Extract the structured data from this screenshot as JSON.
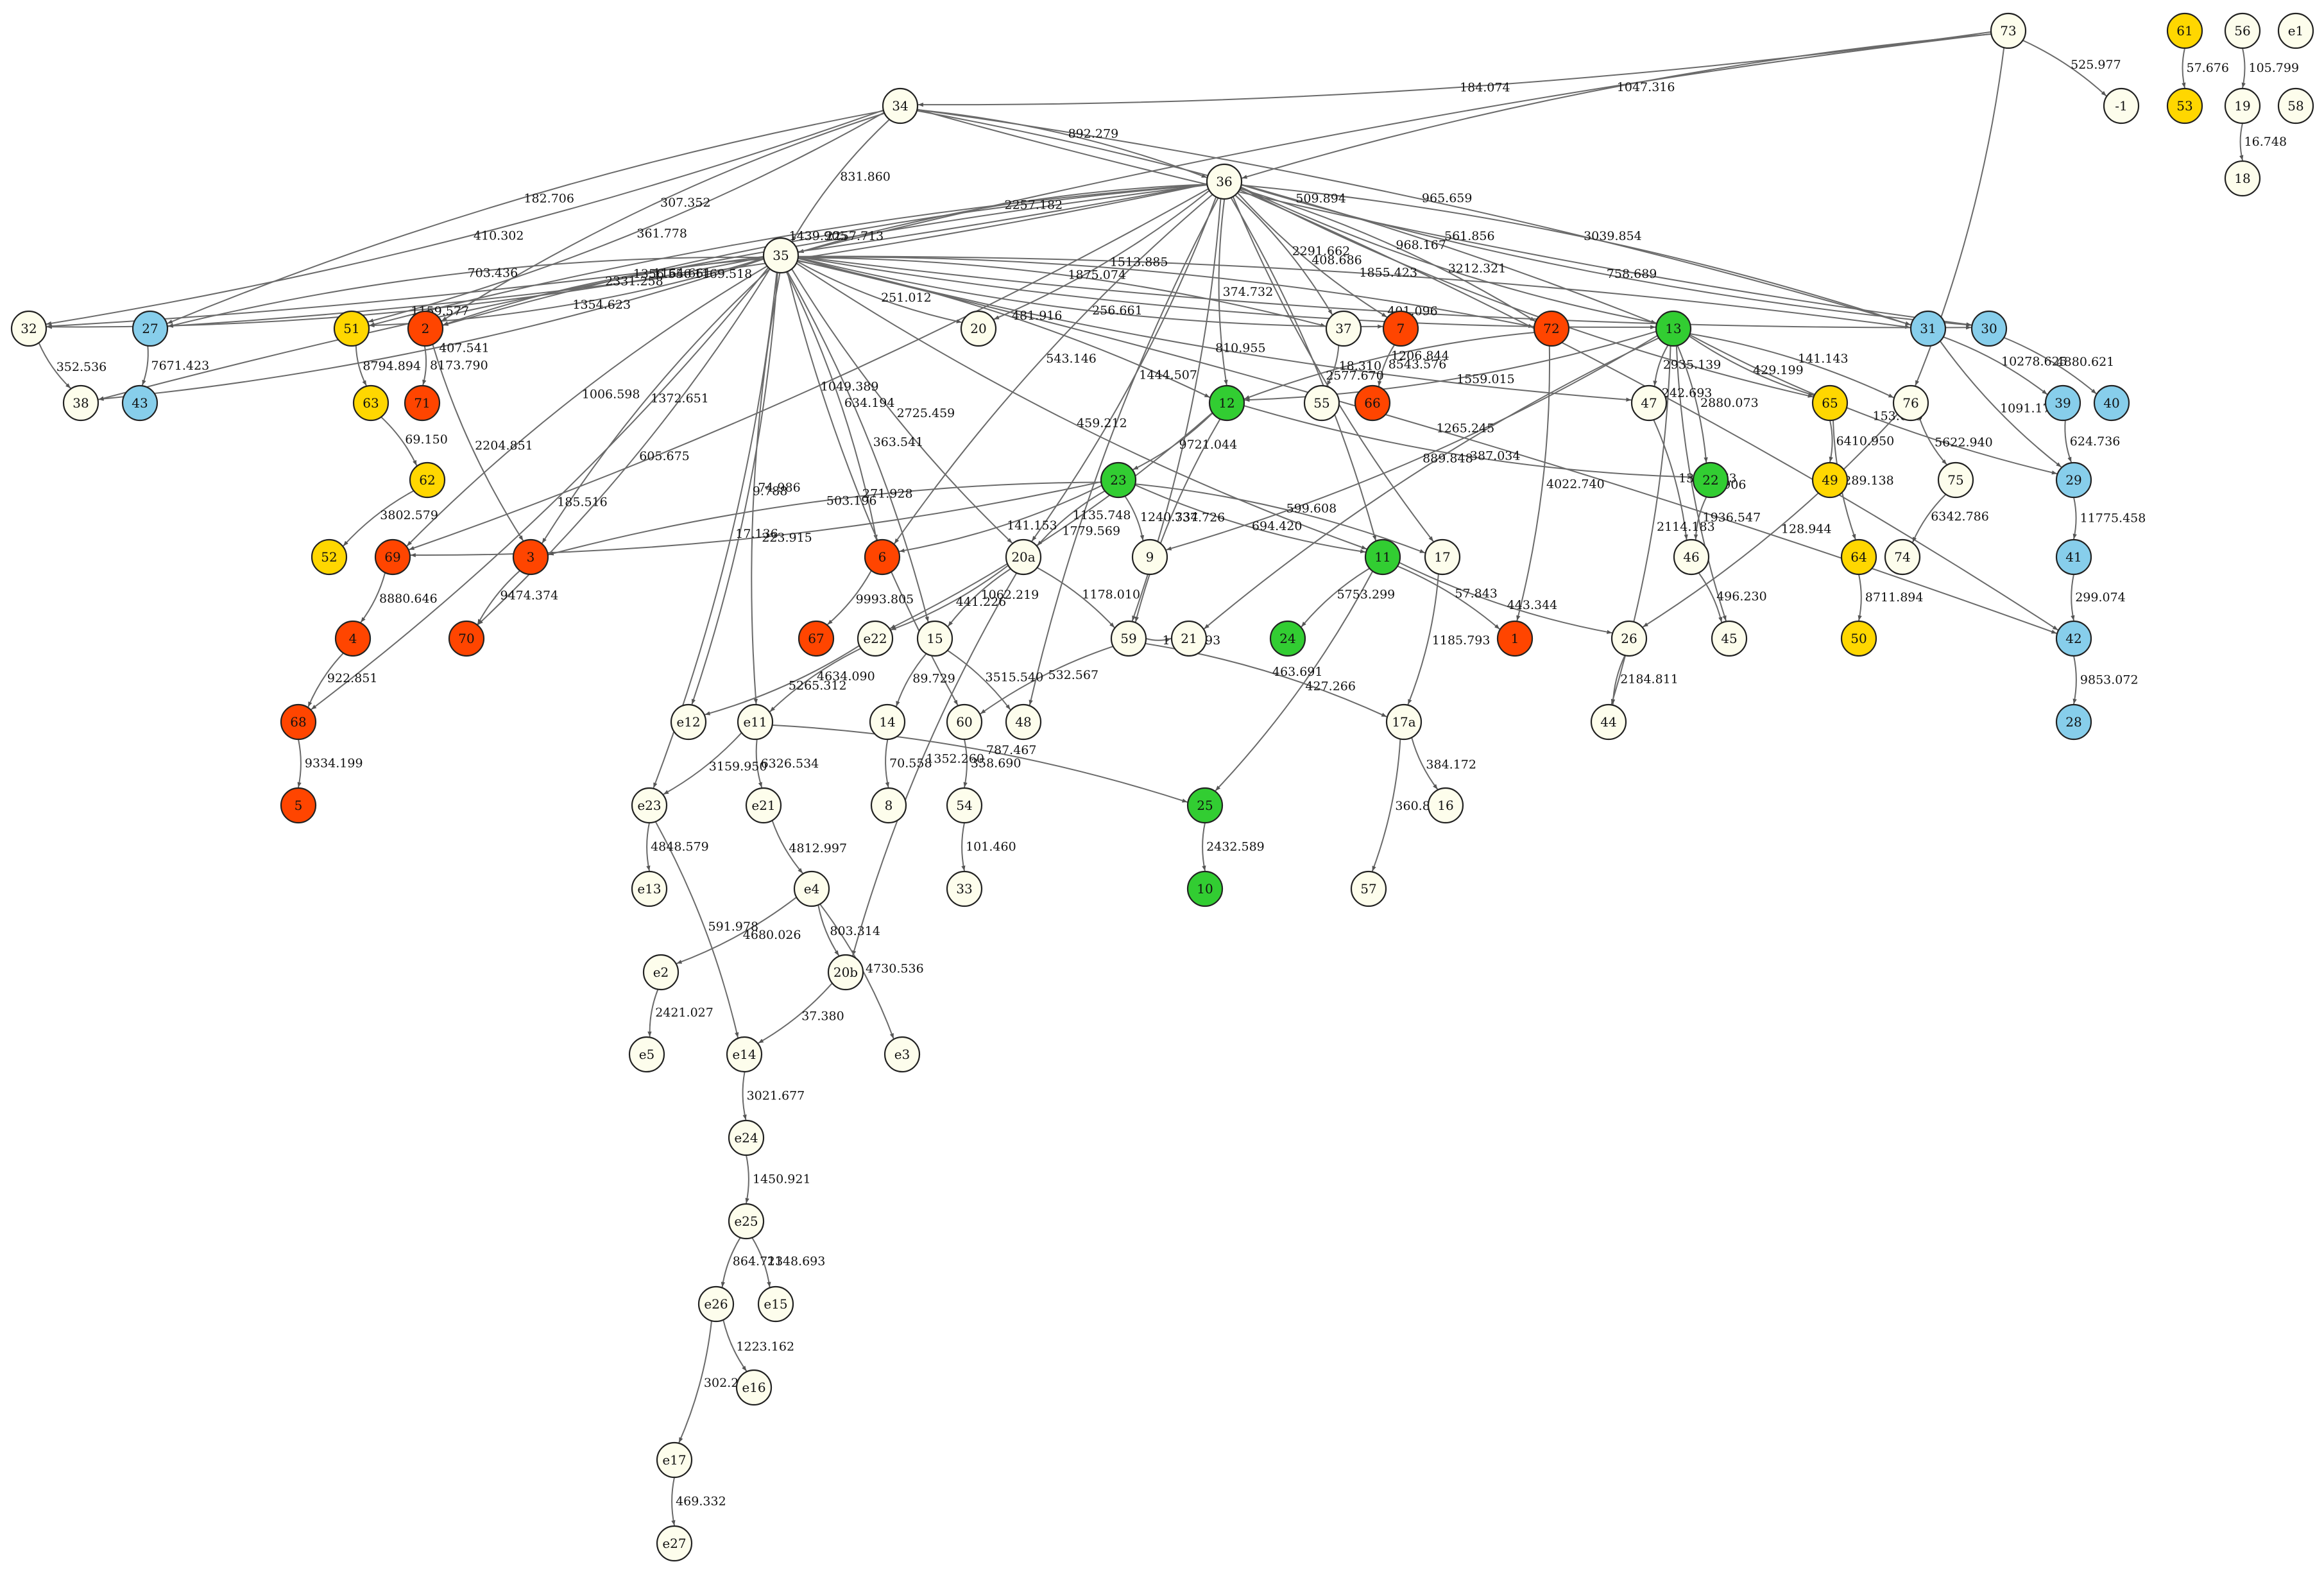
{
  "colors": {
    "default": "#fdfdec",
    "red": "#ff4500",
    "green": "#32cd32",
    "yellow": "#ffd700",
    "blue": "#87ceeb",
    "edge": "#6a6a6a"
  },
  "nodes": [
    {
      "id": "73",
      "color": "default"
    },
    {
      "id": "-1",
      "color": "default"
    },
    {
      "id": "61",
      "color": "yellow"
    },
    {
      "id": "53",
      "color": "yellow"
    },
    {
      "id": "56",
      "color": "default"
    },
    {
      "id": "19",
      "color": "default"
    },
    {
      "id": "18",
      "color": "default"
    },
    {
      "id": "e1",
      "color": "default"
    },
    {
      "id": "58",
      "color": "default"
    },
    {
      "id": "34",
      "color": "default"
    },
    {
      "id": "36",
      "color": "default"
    },
    {
      "id": "35",
      "color": "default"
    },
    {
      "id": "32",
      "color": "default"
    },
    {
      "id": "38",
      "color": "default"
    },
    {
      "id": "27",
      "color": "blue"
    },
    {
      "id": "43",
      "color": "blue"
    },
    {
      "id": "51",
      "color": "yellow"
    },
    {
      "id": "63",
      "color": "yellow"
    },
    {
      "id": "62",
      "color": "yellow"
    },
    {
      "id": "52",
      "color": "yellow"
    },
    {
      "id": "2",
      "color": "red"
    },
    {
      "id": "71",
      "color": "red"
    },
    {
      "id": "69",
      "color": "red"
    },
    {
      "id": "4",
      "color": "red"
    },
    {
      "id": "68",
      "color": "red"
    },
    {
      "id": "5",
      "color": "red"
    },
    {
      "id": "3",
      "color": "red"
    },
    {
      "id": "70",
      "color": "red"
    },
    {
      "id": "20",
      "color": "default"
    },
    {
      "id": "37",
      "color": "default"
    },
    {
      "id": "55",
      "color": "default"
    },
    {
      "id": "7",
      "color": "red"
    },
    {
      "id": "66",
      "color": "red"
    },
    {
      "id": "72",
      "color": "red"
    },
    {
      "id": "1",
      "color": "red"
    },
    {
      "id": "13",
      "color": "green"
    },
    {
      "id": "12",
      "color": "green"
    },
    {
      "id": "23",
      "color": "green"
    },
    {
      "id": "11",
      "color": "green"
    },
    {
      "id": "24",
      "color": "green"
    },
    {
      "id": "25",
      "color": "green"
    },
    {
      "id": "10",
      "color": "green"
    },
    {
      "id": "22",
      "color": "green"
    },
    {
      "id": "47",
      "color": "default"
    },
    {
      "id": "46",
      "color": "default"
    },
    {
      "id": "45",
      "color": "default"
    },
    {
      "id": "44",
      "color": "default"
    },
    {
      "id": "26",
      "color": "default"
    },
    {
      "id": "17",
      "color": "default"
    },
    {
      "id": "17a",
      "color": "default"
    },
    {
      "id": "16",
      "color": "default"
    },
    {
      "id": "57",
      "color": "default"
    },
    {
      "id": "9",
      "color": "default"
    },
    {
      "id": "21",
      "color": "default"
    },
    {
      "id": "59",
      "color": "default"
    },
    {
      "id": "20a",
      "color": "default"
    },
    {
      "id": "6",
      "color": "red"
    },
    {
      "id": "67",
      "color": "red"
    },
    {
      "id": "15",
      "color": "default"
    },
    {
      "id": "14",
      "color": "default"
    },
    {
      "id": "8",
      "color": "default"
    },
    {
      "id": "60",
      "color": "default"
    },
    {
      "id": "54",
      "color": "default"
    },
    {
      "id": "33",
      "color": "default"
    },
    {
      "id": "48",
      "color": "default"
    },
    {
      "id": "e22",
      "color": "default"
    },
    {
      "id": "e12",
      "color": "default"
    },
    {
      "id": "e11",
      "color": "default"
    },
    {
      "id": "e23",
      "color": "default"
    },
    {
      "id": "e13",
      "color": "default"
    },
    {
      "id": "e21",
      "color": "default"
    },
    {
      "id": "e4",
      "color": "default"
    },
    {
      "id": "e2",
      "color": "default"
    },
    {
      "id": "e5",
      "color": "default"
    },
    {
      "id": "20b",
      "color": "default"
    },
    {
      "id": "e3",
      "color": "default"
    },
    {
      "id": "e14",
      "color": "default"
    },
    {
      "id": "e24",
      "color": "default"
    },
    {
      "id": "e25",
      "color": "default"
    },
    {
      "id": "e15",
      "color": "default"
    },
    {
      "id": "e26",
      "color": "default"
    },
    {
      "id": "e16",
      "color": "default"
    },
    {
      "id": "e17",
      "color": "default"
    },
    {
      "id": "e27",
      "color": "default"
    },
    {
      "id": "65",
      "color": "yellow"
    },
    {
      "id": "49",
      "color": "yellow"
    },
    {
      "id": "64",
      "color": "yellow"
    },
    {
      "id": "50",
      "color": "yellow"
    },
    {
      "id": "76",
      "color": "default"
    },
    {
      "id": "75",
      "color": "default"
    },
    {
      "id": "74",
      "color": "default"
    },
    {
      "id": "31",
      "color": "blue"
    },
    {
      "id": "30",
      "color": "blue"
    },
    {
      "id": "39",
      "color": "blue"
    },
    {
      "id": "40",
      "color": "blue"
    },
    {
      "id": "29",
      "color": "blue"
    },
    {
      "id": "41",
      "color": "blue"
    },
    {
      "id": "42",
      "color": "blue"
    },
    {
      "id": "28",
      "color": "blue"
    }
  ],
  "edges": [
    {
      "from": "73",
      "to": "34",
      "label": "184.074"
    },
    {
      "from": "73",
      "to": "36",
      "label": "1047.316"
    },
    {
      "from": "73",
      "to": "-1",
      "label": "525.977"
    },
    {
      "from": "73",
      "to": "35",
      "label": ""
    },
    {
      "from": "73",
      "to": "76",
      "label": ""
    },
    {
      "from": "61",
      "to": "53",
      "label": "57.676"
    },
    {
      "from": "56",
      "to": "19",
      "label": "105.799"
    },
    {
      "from": "19",
      "to": "18",
      "label": "16.748"
    },
    {
      "from": "34",
      "to": "36",
      "label": "892.279"
    },
    {
      "from": "34",
      "to": "35",
      "label": "831.860"
    },
    {
      "from": "34",
      "to": "32",
      "label": "410.302"
    },
    {
      "from": "34",
      "to": "27",
      "label": "182.706"
    },
    {
      "from": "34",
      "to": "51",
      "label": "361.778"
    },
    {
      "from": "34",
      "to": "2",
      "label": "307.352"
    },
    {
      "from": "34",
      "to": "31",
      "label": "965.659"
    },
    {
      "from": "34",
      "to": "30",
      "label": "561.856"
    },
    {
      "from": "34",
      "to": "13",
      "label": "509.894"
    },
    {
      "from": "36",
      "to": "35",
      "label": "2257.182"
    },
    {
      "from": "36",
      "to": "32",
      "label": "1356.556"
    },
    {
      "from": "36",
      "to": "38",
      "label": "1164.661"
    },
    {
      "from": "36",
      "to": "27",
      "label": "1169.518"
    },
    {
      "from": "36",
      "to": "51",
      "label": "1439.905"
    },
    {
      "from": "36",
      "to": "69",
      "label": "1049.389"
    },
    {
      "from": "36",
      "to": "2",
      "label": "2257.713"
    },
    {
      "from": "36",
      "to": "20",
      "label": "1513.885"
    },
    {
      "from": "36",
      "to": "6",
      "label": "543.146"
    },
    {
      "from": "36",
      "to": "20a",
      "label": "1444.507"
    },
    {
      "from": "36",
      "to": "12",
      "label": "374.732"
    },
    {
      "from": "36",
      "to": "37",
      "label": "2291.662"
    },
    {
      "from": "36",
      "to": "7",
      "label": "408.686"
    },
    {
      "from": "36",
      "to": "72",
      "label": "968.167"
    },
    {
      "from": "36",
      "to": "13",
      "label": "3212.321"
    },
    {
      "from": "36",
      "to": "31",
      "label": "3039.854"
    },
    {
      "from": "36",
      "to": "30",
      "label": "758.689"
    },
    {
      "from": "36",
      "to": "42",
      "label": "242.693"
    },
    {
      "from": "36",
      "to": "17",
      "label": "2577.670"
    },
    {
      "from": "36",
      "to": "11",
      "label": ""
    },
    {
      "from": "36",
      "to": "48",
      "label": ""
    },
    {
      "from": "36",
      "to": "59",
      "label": ""
    },
    {
      "from": "36",
      "to": "65",
      "label": ""
    },
    {
      "from": "35",
      "to": "32",
      "label": "1159.577"
    },
    {
      "from": "35",
      "to": "27",
      "label": "703.436"
    },
    {
      "from": "35",
      "to": "51",
      "label": "1354.623"
    },
    {
      "from": "35",
      "to": "2",
      "label": "2331.258"
    },
    {
      "from": "35",
      "to": "38",
      "label": "407.541"
    },
    {
      "from": "35",
      "to": "20",
      "label": "251.012"
    },
    {
      "from": "35",
      "to": "37",
      "label": "1875.074"
    },
    {
      "from": "35",
      "to": "7",
      "label": "256.661"
    },
    {
      "from": "35",
      "to": "72",
      "label": ""
    },
    {
      "from": "35",
      "to": "13",
      "label": ""
    },
    {
      "from": "35",
      "to": "31",
      "label": "1855.423"
    },
    {
      "from": "35",
      "to": "30",
      "label": "401.096"
    },
    {
      "from": "35",
      "to": "12",
      "label": "481.916"
    },
    {
      "from": "35",
      "to": "47",
      "label": "810.955"
    },
    {
      "from": "35",
      "to": "68",
      "label": "185.516"
    },
    {
      "from": "35",
      "to": "69",
      "label": "1006.598"
    },
    {
      "from": "35",
      "to": "70",
      "label": "605.675"
    },
    {
      "from": "35",
      "to": "3",
      "label": "1372.651"
    },
    {
      "from": "35",
      "to": "6",
      "label": "634.194"
    },
    {
      "from": "35",
      "to": "20a",
      "label": "2725.459"
    },
    {
      "from": "35",
      "to": "e12",
      "label": "9.788"
    },
    {
      "from": "35",
      "to": "e11",
      "label": "74.986"
    },
    {
      "from": "35",
      "to": "e23",
      "label": "17.136"
    },
    {
      "from": "35",
      "to": "60",
      "label": "271.928"
    },
    {
      "from": "35",
      "to": "15",
      "label": "363.541"
    },
    {
      "from": "35",
      "to": "11",
      "label": "459.212"
    },
    {
      "from": "35",
      "to": "42",
      "label": "1265.245"
    },
    {
      "from": "32",
      "to": "38",
      "label": "352.536"
    },
    {
      "from": "27",
      "to": "43",
      "label": "7671.423"
    },
    {
      "from": "51",
      "to": "63",
      "label": "8794.894"
    },
    {
      "from": "63",
      "to": "62",
      "label": "69.150"
    },
    {
      "from": "62",
      "to": "52",
      "label": "3802.579"
    },
    {
      "from": "2",
      "to": "71",
      "label": "8173.790"
    },
    {
      "from": "2",
      "to": "3",
      "label": "2204.851"
    },
    {
      "from": "69",
      "to": "4",
      "label": "8880.646"
    },
    {
      "from": "4",
      "to": "68",
      "label": "922.851"
    },
    {
      "from": "68",
      "to": "5",
      "label": "9334.199"
    },
    {
      "from": "3",
      "to": "70",
      "label": "9474.374"
    },
    {
      "from": "37",
      "to": "55",
      "label": "18.310"
    },
    {
      "from": "7",
      "to": "66",
      "label": "8543.576"
    },
    {
      "from": "72",
      "to": "1",
      "label": "4022.740"
    },
    {
      "from": "72",
      "to": "12",
      "label": "1206.844"
    },
    {
      "from": "13",
      "to": "12",
      "label": "1559.015"
    },
    {
      "from": "13",
      "to": "47",
      "label": "2935.139"
    },
    {
      "from": "13",
      "to": "22",
      "label": "2880.073"
    },
    {
      "from": "13",
      "to": "45",
      "label": "715.906"
    },
    {
      "from": "13",
      "to": "44",
      "label": "2114.183"
    },
    {
      "from": "13",
      "to": "65",
      "label": "429.199"
    },
    {
      "from": "13",
      "to": "76",
      "label": "141.143"
    },
    {
      "from": "13",
      "to": "29",
      "label": "153.089"
    },
    {
      "from": "13",
      "to": "9",
      "label": "889.848"
    },
    {
      "from": "13",
      "to": "21",
      "label": ""
    },
    {
      "from": "12",
      "to": "23",
      "label": "9721.044"
    },
    {
      "from": "12",
      "to": "22",
      "label": "387.034"
    },
    {
      "from": "12",
      "to": "e22",
      "label": "1779.569"
    },
    {
      "from": "12",
      "to": "59",
      "label": "737.726"
    },
    {
      "from": "23",
      "to": "69",
      "label": "223.915"
    },
    {
      "from": "23",
      "to": "3",
      "label": "503.196"
    },
    {
      "from": "23",
      "to": "6",
      "label": "141.153"
    },
    {
      "from": "23",
      "to": "20a",
      "label": "1135.748"
    },
    {
      "from": "23",
      "to": "9",
      "label": "1240.334"
    },
    {
      "from": "23",
      "to": "11",
      "label": "694.420"
    },
    {
      "from": "23",
      "to": "17",
      "label": "599.608"
    },
    {
      "from": "11",
      "to": "24",
      "label": "5753.299"
    },
    {
      "from": "11",
      "to": "1",
      "label": "57.843"
    },
    {
      "from": "11",
      "to": "26",
      "label": "443.344"
    },
    {
      "from": "11",
      "to": "25",
      "label": "427.266"
    },
    {
      "from": "25",
      "to": "10",
      "label": "2432.589"
    },
    {
      "from": "47",
      "to": "46",
      "label": "1344.773"
    },
    {
      "from": "22",
      "to": "46",
      "label": "1936.547"
    },
    {
      "from": "46",
      "to": "45",
      "label": "496.230"
    },
    {
      "from": "26",
      "to": "44",
      "label": "2184.811"
    },
    {
      "from": "17",
      "to": "17a",
      "label": "1185.793"
    },
    {
      "from": "17a",
      "to": "16",
      "label": "384.172"
    },
    {
      "from": "17a",
      "to": "57",
      "label": "360.807"
    },
    {
      "from": "59",
      "to": "21",
      "label": "1171.993"
    },
    {
      "from": "59",
      "to": "17a",
      "label": "463.691"
    },
    {
      "from": "59",
      "to": "60",
      "label": "532.567"
    },
    {
      "from": "20a",
      "to": "59",
      "label": "1178.010"
    },
    {
      "from": "20a",
      "to": "15",
      "label": "1062.219"
    },
    {
      "from": "20a",
      "to": "e22",
      "label": "441.226"
    },
    {
      "from": "20a",
      "to": "20b",
      "label": "1352.260"
    },
    {
      "from": "6",
      "to": "67",
      "label": "9993.805"
    },
    {
      "from": "15",
      "to": "14",
      "label": "89.729"
    },
    {
      "from": "15",
      "to": "48",
      "label": "3515.540"
    },
    {
      "from": "14",
      "to": "8",
      "label": "70.558"
    },
    {
      "from": "60",
      "to": "54",
      "label": "358.690"
    },
    {
      "from": "54",
      "to": "33",
      "label": "101.460"
    },
    {
      "from": "e22",
      "to": "e12",
      "label": "5265.312"
    },
    {
      "from": "e22",
      "to": "e11",
      "label": "4634.090"
    },
    {
      "from": "e11",
      "to": "e23",
      "label": "3159.950"
    },
    {
      "from": "e11",
      "to": "e21",
      "label": "6326.534"
    },
    {
      "from": "e11",
      "to": "25",
      "label": "787.467"
    },
    {
      "from": "e23",
      "to": "e13",
      "label": "4848.579"
    },
    {
      "from": "e23",
      "to": "e14",
      "label": "591.978"
    },
    {
      "from": "e21",
      "to": "e4",
      "label": "4812.997"
    },
    {
      "from": "e4",
      "to": "e2",
      "label": "4680.026"
    },
    {
      "from": "e4",
      "to": "20b",
      "label": "803.314"
    },
    {
      "from": "e4",
      "to": "e3",
      "label": "4730.536"
    },
    {
      "from": "e2",
      "to": "e5",
      "label": "2421.027"
    },
    {
      "from": "20b",
      "to": "e14",
      "label": "37.380"
    },
    {
      "from": "e14",
      "to": "e24",
      "label": "3021.677"
    },
    {
      "from": "e24",
      "to": "e25",
      "label": "1450.921"
    },
    {
      "from": "e25",
      "to": "e26",
      "label": "864.713"
    },
    {
      "from": "e25",
      "to": "e15",
      "label": "2148.693"
    },
    {
      "from": "e26",
      "to": "e16",
      "label": "1223.162"
    },
    {
      "from": "e26",
      "to": "e17",
      "label": "302.259"
    },
    {
      "from": "e17",
      "to": "e27",
      "label": "469.332"
    },
    {
      "from": "65",
      "to": "49",
      "label": "6410.950"
    },
    {
      "from": "65",
      "to": "64",
      "label": "289.138"
    },
    {
      "from": "64",
      "to": "50",
      "label": "8711.894"
    },
    {
      "from": "76",
      "to": "75",
      "label": "5622.940"
    },
    {
      "from": "76",
      "to": "26",
      "label": "128.944"
    },
    {
      "from": "75",
      "to": "74",
      "label": "6342.786"
    },
    {
      "from": "31",
      "to": "39",
      "label": "10278.625"
    },
    {
      "from": "31",
      "to": "29",
      "label": "1091.179"
    },
    {
      "from": "30",
      "to": "40",
      "label": "4880.621"
    },
    {
      "from": "39",
      "to": "29",
      "label": "624.736"
    },
    {
      "from": "29",
      "to": "41",
      "label": "11775.458"
    },
    {
      "from": "41",
      "to": "42",
      "label": "299.074"
    },
    {
      "from": "42",
      "to": "28",
      "label": "9853.072"
    }
  ]
}
